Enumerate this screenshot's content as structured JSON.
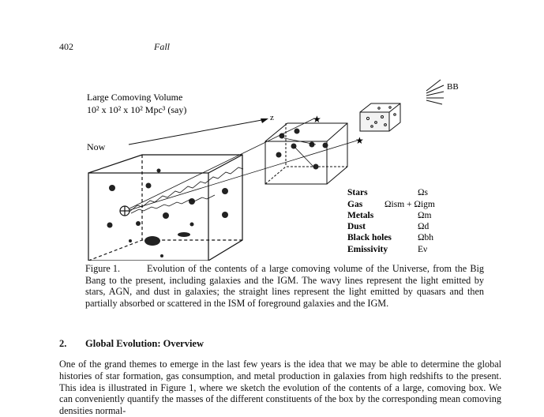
{
  "header": {
    "page_number": "402",
    "running_title": "Fall"
  },
  "figure": {
    "volume_label_line1": "Large Comoving Volume",
    "volume_label_line2": "10² x 10² x 10² Mpc³ (say)",
    "now_label": "Now",
    "z_label": "z",
    "bb_label": "BB",
    "legend": [
      {
        "name": "Stars",
        "symbol": "Ωs"
      },
      {
        "name": "Gas",
        "symbol": "Ωism + Ωigm"
      },
      {
        "name": "Metals",
        "symbol": "Ωm"
      },
      {
        "name": "Dust",
        "symbol": "Ωd"
      },
      {
        "name": "Black holes",
        "symbol": "Ωbh"
      },
      {
        "name": "Emissivity",
        "symbol": "Eν"
      }
    ]
  },
  "caption": {
    "label": "Figure 1.",
    "text": "Evolution of the contents of a large comoving volume of the Universe, from the Big Bang to the present, including galaxies and the IGM. The wavy lines represent the light emitted by stars, AGN, and dust in galaxies; the straight lines represent the light emitted by quasars and then partially absorbed or scattered in the ISM of foreground galaxies and the IGM."
  },
  "section": {
    "number": "2.",
    "title": "Global Evolution: Overview"
  },
  "body": {
    "paragraph": "One of the grand themes to emerge in the last few years is the idea that we may be able to determine the global histories of star formation, gas consumption, and metal production in galaxies from high redshifts to the present. This idea is illustrated in Figure 1, where we sketch the evolution of the contents of a large, comoving box. We can conveniently quantify the masses of the different constituents of the box by the corresponding mean comoving densities normal-"
  }
}
